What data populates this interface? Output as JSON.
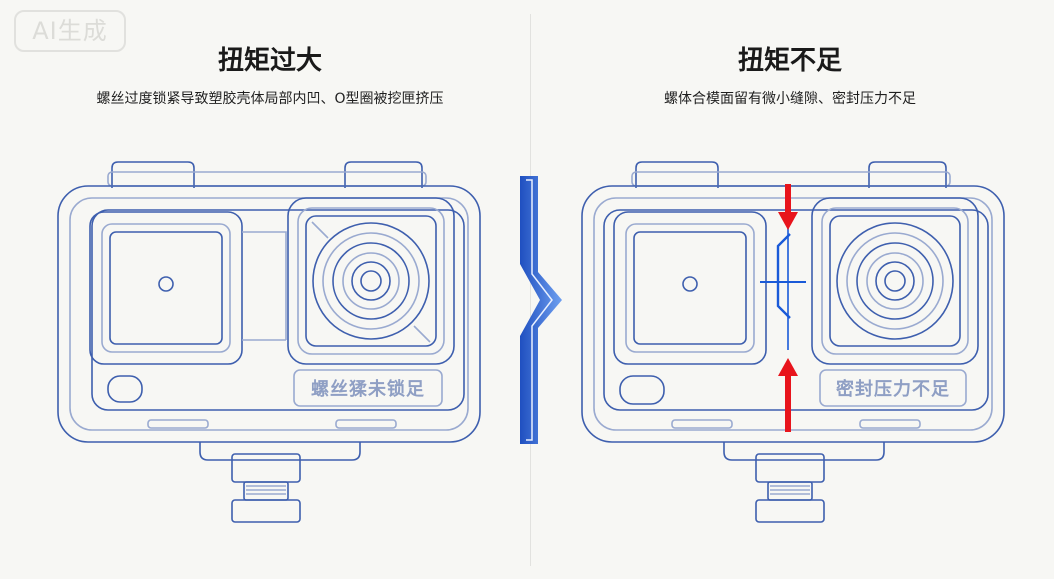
{
  "watermark": "AI生成",
  "left_panel": {
    "title": "扭矩过大",
    "subtitle": "螺丝过度锁紧导致塑胶壳体局部内凹、O型圈被挖匣挤压",
    "annotation": "螺丝猱未锁足"
  },
  "right_panel": {
    "title": "扭矩不足",
    "subtitle": "螺体合模面留有微小缝隙、密封压力不足",
    "annotation": "密封压力不足"
  },
  "colors": {
    "line": "#3e5fae",
    "line_light": "#9aaad0",
    "arrow_red": "#e8141c",
    "accent_blue": "#1f4fc0",
    "gap_blue": "#1a5ad8"
  }
}
